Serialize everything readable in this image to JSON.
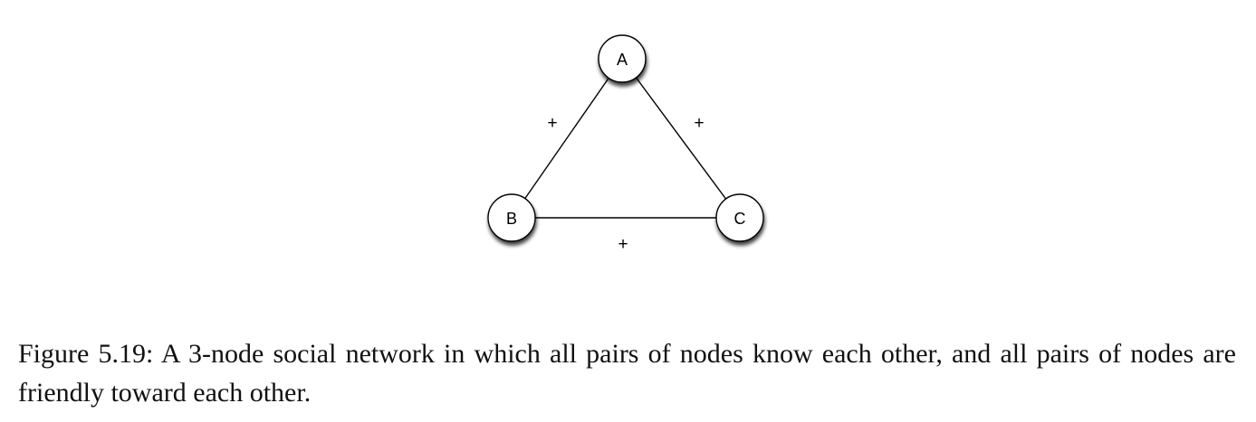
{
  "diagram": {
    "nodes": [
      {
        "id": "A",
        "label": "A"
      },
      {
        "id": "B",
        "label": "B"
      },
      {
        "id": "C",
        "label": "C"
      }
    ],
    "edges": [
      {
        "from": "A",
        "to": "B",
        "sign": "+"
      },
      {
        "from": "A",
        "to": "C",
        "sign": "+"
      },
      {
        "from": "B",
        "to": "C",
        "sign": "+"
      }
    ]
  },
  "caption": {
    "text": "Figure 5.19: A 3-node social network in which all pairs of nodes know each other, and all pairs of nodes are friendly toward each other."
  }
}
